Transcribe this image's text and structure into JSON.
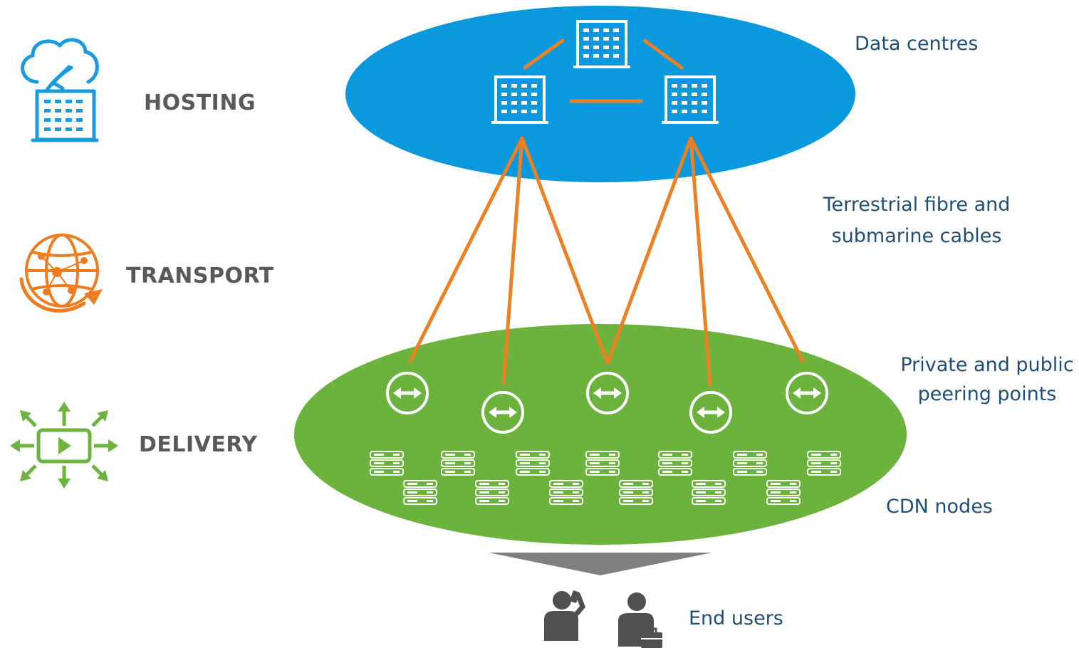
{
  "layers": [
    {
      "label": "HOSTING",
      "icon": "cloud-building-icon",
      "color": "#1a9be0"
    },
    {
      "label": "TRANSPORT",
      "icon": "globe-network-icon",
      "color": "#ee7d22"
    },
    {
      "label": "DELIVERY",
      "icon": "video-broadcast-icon",
      "color": "#6db33f"
    }
  ],
  "annotations": {
    "data_centres": "Data centres",
    "cables_line1": "Terrestrial fibre and",
    "cables_line2": "submarine cables",
    "peering_line1": "Private and public",
    "peering_line2": "peering points",
    "cdn_nodes": "CDN nodes",
    "end_users": "End users"
  },
  "colors": {
    "hosting_ellipse": "#0a98de",
    "delivery_ellipse": "#6cb33e",
    "cable": "#ec8123",
    "label_text": "#58595b",
    "annotation_text": "#1f4e79",
    "funnel": "#808080",
    "user": "#505050"
  }
}
